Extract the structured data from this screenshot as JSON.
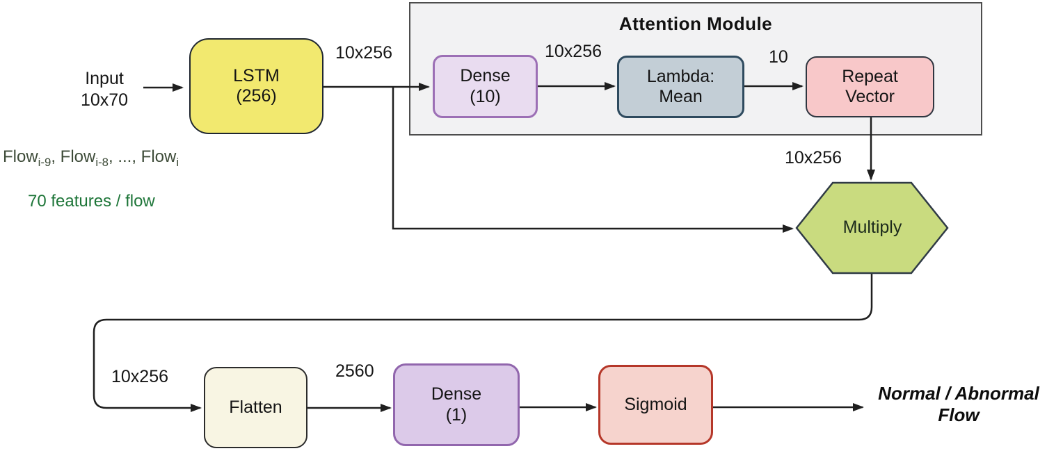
{
  "diagram": {
    "attention_module": {
      "title": "Attention Module"
    },
    "nodes": {
      "lstm": {
        "label": "LSTM\n(256)",
        "fill": "#f2e96f",
        "border": "#1f2630"
      },
      "dense10": {
        "label": "Dense\n(10)",
        "fill": "#e9dcf0",
        "border": "#9c6fb5"
      },
      "lambda": {
        "label": "Lambda:\nMean",
        "fill": "#c3ced6",
        "border": "#2e4a5e"
      },
      "repeat": {
        "label": "Repeat\nVector",
        "fill": "#f8c8c9",
        "border": "#2f3640"
      },
      "multiply": {
        "label": "Multiply",
        "fill": "#c9db7f",
        "border": "#2f3a45"
      },
      "flatten": {
        "label": "Flatten",
        "fill": "#f8f5e3",
        "border": "#2b2b2b"
      },
      "dense1": {
        "label": "Dense\n(1)",
        "fill": "#dccae9",
        "border": "#9166ad"
      },
      "sigmoid": {
        "label": "Sigmoid",
        "fill": "#f6d3cd",
        "border": "#b53729"
      }
    },
    "edge_labels": {
      "lstm_out": "10x256",
      "dense10_out": "10x256",
      "lambda_out": "10",
      "repeat_out": "10x256",
      "flatten_in": "10x256",
      "flatten_out": "2560"
    },
    "input_label": "Input\n10x70",
    "input_annotation": {
      "flow_parts": [
        [
          "Flow",
          "i-9"
        ],
        [
          ", Flow",
          "i-8"
        ],
        [
          ", ..., Flow",
          "i"
        ]
      ],
      "features": "70 features / flow"
    },
    "output_label": "Normal / Abnormal\nFlow",
    "colors": {
      "edge": "#1f1f1f",
      "attention_fill": "#f2f2f3",
      "attention_border": "#4d4d4d",
      "flow_sequence_text": "#3d4b38",
      "features_text": "#1d7538"
    }
  }
}
